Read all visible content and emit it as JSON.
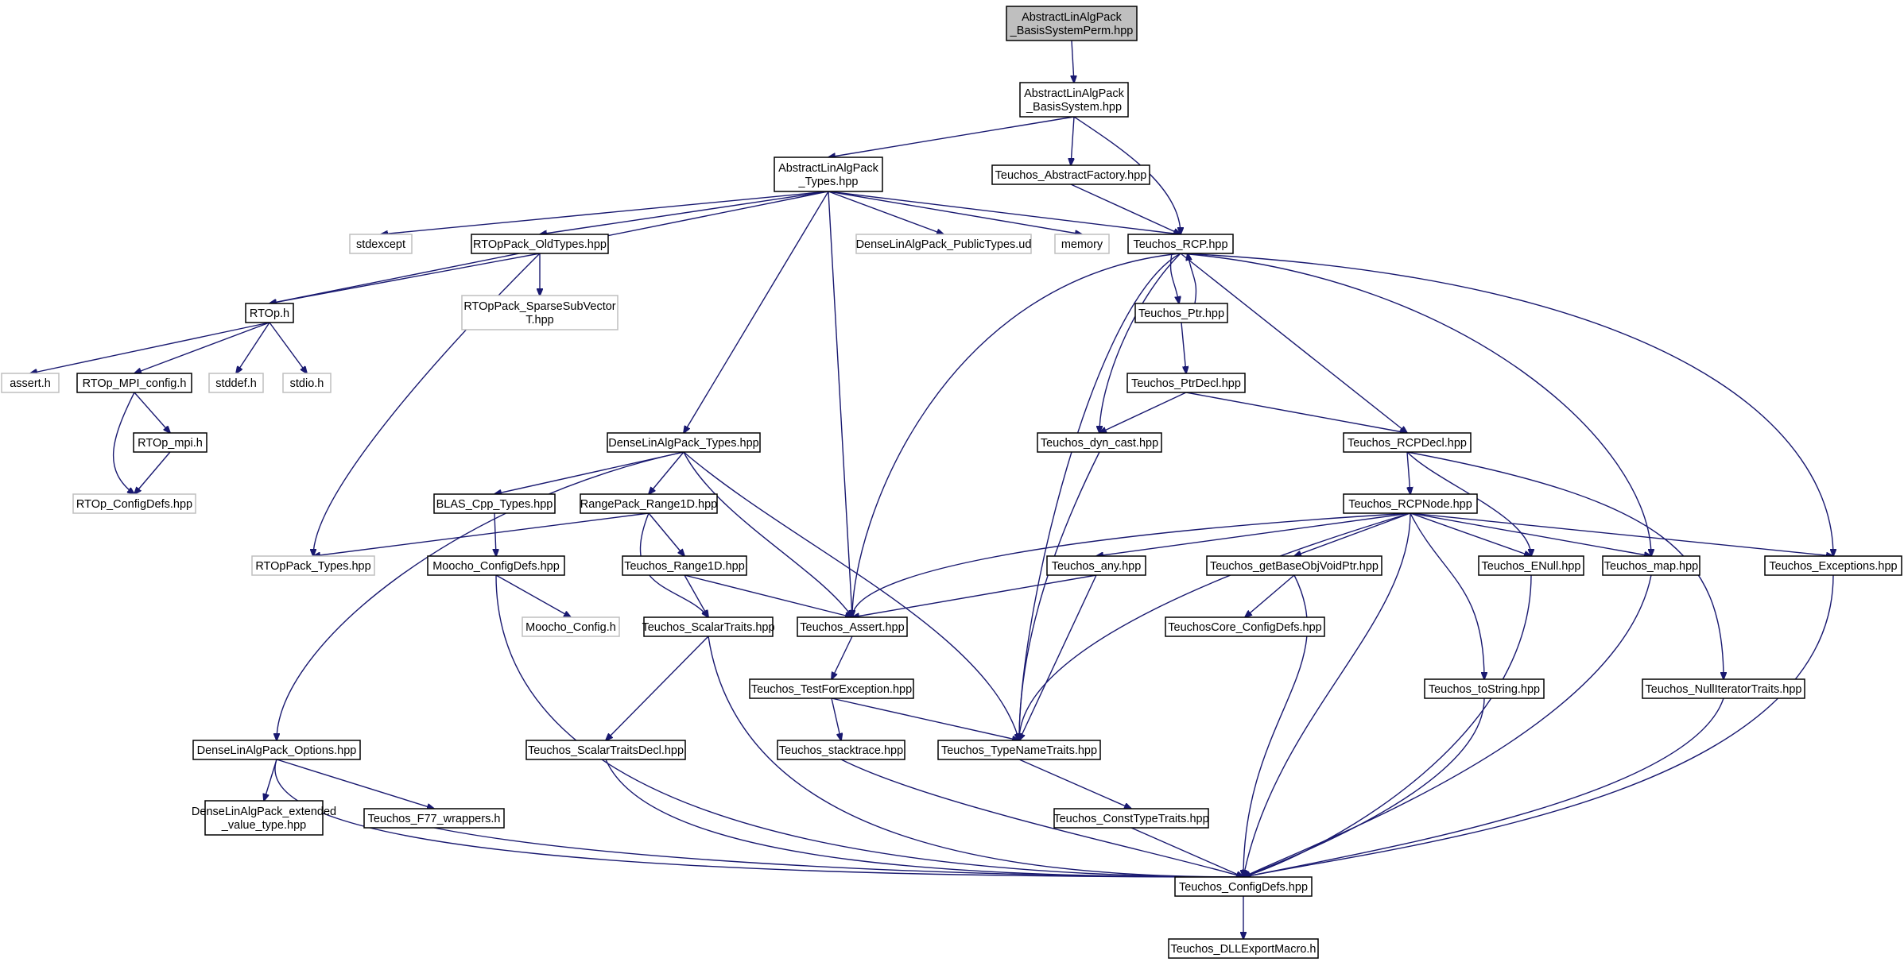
{
  "diagram": {
    "nodes": [
      {
        "id": "root",
        "lines": [
          "AbstractLinAlgPack",
          "_BasisSystemPerm.hpp"
        ],
        "kind": "root"
      },
      {
        "id": "bs",
        "lines": [
          "AbstractLinAlgPack",
          "_BasisSystem.hpp"
        ],
        "kind": "file"
      },
      {
        "id": "types",
        "lines": [
          "AbstractLinAlgPack",
          "_Types.hpp"
        ],
        "kind": "file"
      },
      {
        "id": "absfac",
        "lines": [
          "Teuchos_AbstractFactory.hpp"
        ],
        "kind": "file"
      },
      {
        "id": "rcp",
        "lines": [
          "Teuchos_RCP.hpp"
        ],
        "kind": "file"
      },
      {
        "id": "stdexcept",
        "lines": [
          "stdexcept"
        ],
        "kind": "external"
      },
      {
        "id": "oldtypes",
        "lines": [
          "RTOpPack_OldTypes.hpp"
        ],
        "kind": "file"
      },
      {
        "id": "dlapub",
        "lines": [
          "DenseLinAlgPack_PublicTypes.ud"
        ],
        "kind": "external"
      },
      {
        "id": "memory",
        "lines": [
          "memory"
        ],
        "kind": "external"
      },
      {
        "id": "rtoph",
        "lines": [
          "RTOp.h"
        ],
        "kind": "file"
      },
      {
        "id": "sparse",
        "lines": [
          "RTOpPack_SparseSubVector",
          "T.hpp"
        ],
        "kind": "external"
      },
      {
        "id": "ptr",
        "lines": [
          "Teuchos_Ptr.hpp"
        ],
        "kind": "file"
      },
      {
        "id": "asserth",
        "lines": [
          "assert.h"
        ],
        "kind": "external"
      },
      {
        "id": "mpiconfig",
        "lines": [
          "RTOp_MPI_config.h"
        ],
        "kind": "file"
      },
      {
        "id": "stddef",
        "lines": [
          "stddef.h"
        ],
        "kind": "external"
      },
      {
        "id": "stdio",
        "lines": [
          "stdio.h"
        ],
        "kind": "external"
      },
      {
        "id": "ptrdecl",
        "lines": [
          "Teuchos_PtrDecl.hpp"
        ],
        "kind": "file"
      },
      {
        "id": "mpih",
        "lines": [
          "RTOp_mpi.h"
        ],
        "kind": "file"
      },
      {
        "id": "dlatypes",
        "lines": [
          "DenseLinAlgPack_Types.hpp"
        ],
        "kind": "file"
      },
      {
        "id": "dyncast",
        "lines": [
          "Teuchos_dyn_cast.hpp"
        ],
        "kind": "file"
      },
      {
        "id": "rcpdecl",
        "lines": [
          "Teuchos_RCPDecl.hpp"
        ],
        "kind": "file"
      },
      {
        "id": "rtopcfg",
        "lines": [
          "RTOp_ConfigDefs.hpp"
        ],
        "kind": "external"
      },
      {
        "id": "blas",
        "lines": [
          "BLAS_Cpp_Types.hpp"
        ],
        "kind": "file"
      },
      {
        "id": "range",
        "lines": [
          "RangePack_Range1D.hpp"
        ],
        "kind": "file"
      },
      {
        "id": "rcpnode",
        "lines": [
          "Teuchos_RCPNode.hpp"
        ],
        "kind": "file"
      },
      {
        "id": "rtoppacktypes",
        "lines": [
          "RTOpPack_Types.hpp"
        ],
        "kind": "external"
      },
      {
        "id": "moochocfgdefs",
        "lines": [
          "Moocho_ConfigDefs.hpp"
        ],
        "kind": "file"
      },
      {
        "id": "trange",
        "lines": [
          "Teuchos_Range1D.hpp"
        ],
        "kind": "file"
      },
      {
        "id": "any",
        "lines": [
          "Teuchos_any.hpp"
        ],
        "kind": "file"
      },
      {
        "id": "getbase",
        "lines": [
          "Teuchos_getBaseObjVoidPtr.hpp"
        ],
        "kind": "file"
      },
      {
        "id": "enull",
        "lines": [
          "Teuchos_ENull.hpp"
        ],
        "kind": "file"
      },
      {
        "id": "map",
        "lines": [
          "Teuchos_map.hpp"
        ],
        "kind": "file"
      },
      {
        "id": "exceptions",
        "lines": [
          "Teuchos_Exceptions.hpp"
        ],
        "kind": "file"
      },
      {
        "id": "moochocfg",
        "lines": [
          "Moocho_Config.h"
        ],
        "kind": "external"
      },
      {
        "id": "scalartraits",
        "lines": [
          "Teuchos_ScalarTraits.hpp"
        ],
        "kind": "file"
      },
      {
        "id": "assert",
        "lines": [
          "Teuchos_Assert.hpp"
        ],
        "kind": "file"
      },
      {
        "id": "corecfg",
        "lines": [
          "TeuchosCore_ConfigDefs.hpp"
        ],
        "kind": "file"
      },
      {
        "id": "tfe",
        "lines": [
          "Teuchos_TestForException.hpp"
        ],
        "kind": "file"
      },
      {
        "id": "tostring",
        "lines": [
          "Teuchos_toString.hpp"
        ],
        "kind": "file"
      },
      {
        "id": "nulliter",
        "lines": [
          "Teuchos_NullIteratorTraits.hpp"
        ],
        "kind": "file"
      },
      {
        "id": "dlaoptions",
        "lines": [
          "DenseLinAlgPack_Options.hpp"
        ],
        "kind": "file"
      },
      {
        "id": "stdecl",
        "lines": [
          "Teuchos_ScalarTraitsDecl.hpp"
        ],
        "kind": "file"
      },
      {
        "id": "stacktrace",
        "lines": [
          "Teuchos_stacktrace.hpp"
        ],
        "kind": "file"
      },
      {
        "id": "typename",
        "lines": [
          "Teuchos_TypeNameTraits.hpp"
        ],
        "kind": "file"
      },
      {
        "id": "extval",
        "lines": [
          "DenseLinAlgPack_extended",
          "_value_type.hpp"
        ],
        "kind": "file"
      },
      {
        "id": "f77",
        "lines": [
          "Teuchos_F77_wrappers.h"
        ],
        "kind": "file"
      },
      {
        "id": "consttype",
        "lines": [
          "Teuchos_ConstTypeTraits.hpp"
        ],
        "kind": "file"
      },
      {
        "id": "cfgdefs",
        "lines": [
          "Teuchos_ConfigDefs.hpp"
        ],
        "kind": "file"
      },
      {
        "id": "dll",
        "lines": [
          "Teuchos_DLLExportMacro.h"
        ],
        "kind": "file"
      }
    ],
    "colors": {
      "edge": "#191970",
      "root_fill": "#bfbfbf",
      "node_border": "#000000",
      "external_border": "#bfbfbf"
    }
  }
}
